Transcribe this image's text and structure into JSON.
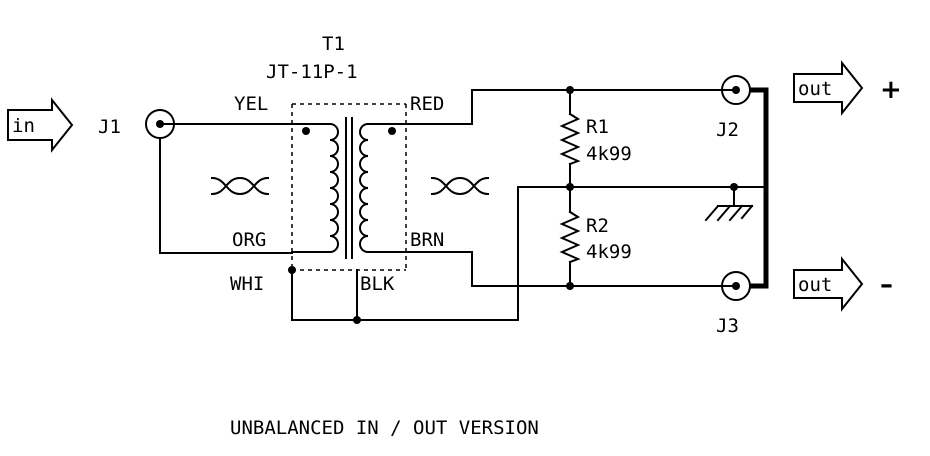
{
  "transformer": {
    "ref": "T1",
    "part": "JT-11P-1"
  },
  "wires": {
    "yel": "YEL",
    "red": "RED",
    "org": "ORG",
    "brn": "BRN",
    "whi": "WHI",
    "blk": "BLK"
  },
  "jacks": {
    "j1": "J1",
    "j2": "J2",
    "j3": "J3"
  },
  "resistors": [
    {
      "ref": "R1",
      "value": "4k99"
    },
    {
      "ref": "R2",
      "value": "4k99"
    }
  ],
  "ports": {
    "in": "in",
    "out_pos": "out",
    "out_neg": "out",
    "plus": "+",
    "minus": "–"
  },
  "caption": "UNBALANCED IN / OUT VERSION"
}
